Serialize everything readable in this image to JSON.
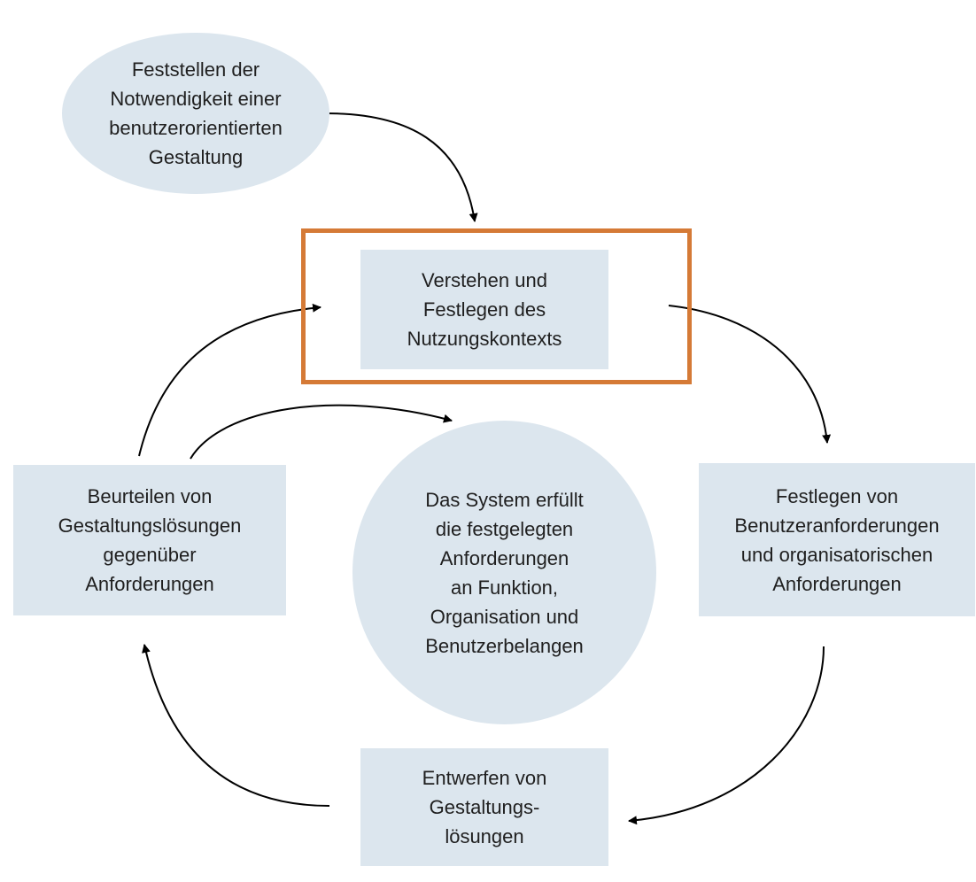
{
  "nodes": {
    "need": "Feststellen der\nNotwendigkeit einer\nbenutzerorientierten\nGestaltung",
    "context": "Verstehen und\nFestlegen des\nNutzungskontexts",
    "requirements": "Festlegen von\nBenutzeranforderungen\nund organisatorischen\nAnforderungen",
    "design": "Entwerfen von\nGestaltungs-\nlösungen",
    "evaluate": "Beurteilen von\nGestaltungslösungen\ngegenüber\nAnforderungen",
    "goal": "Das System erfüllt\ndie festgelegten\nAnforderungen\nan Funktion,\nOrganisation und\nBenutzerbelangen"
  },
  "colors": {
    "node_fill": "#dce6ee",
    "highlight": "#d57a36",
    "arrow": "#000000"
  }
}
